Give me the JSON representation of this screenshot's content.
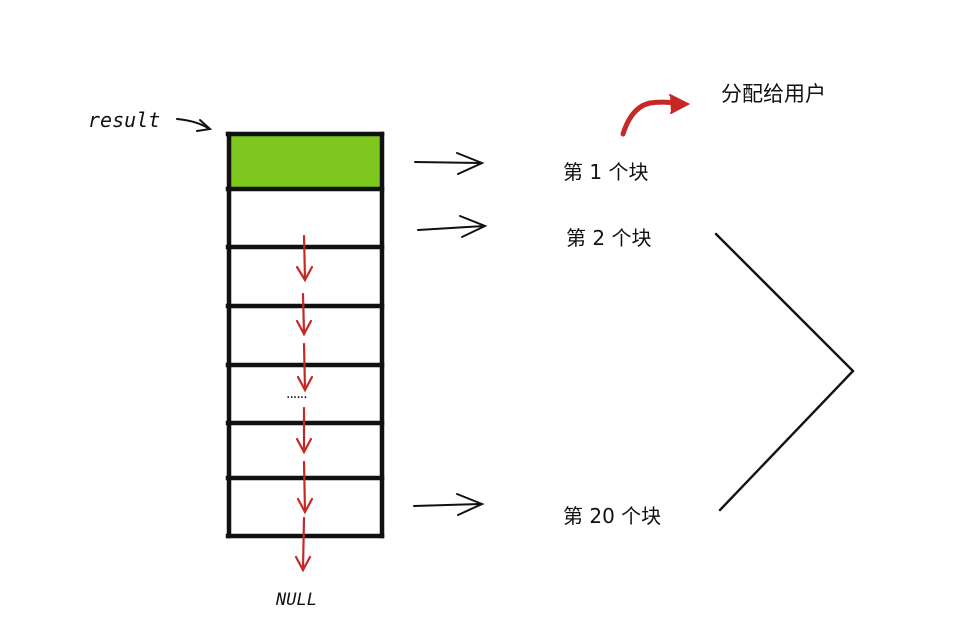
{
  "diagram": {
    "pointer_label": "result",
    "null_label": "NULL",
    "ellipsis": "......",
    "allocated_label": "分配给用户",
    "blocks": {
      "first": "第 1 个块",
      "second": "第 2 个块",
      "last": "第 20 个块"
    },
    "colors": {
      "allocated_fill": "#7ec71f",
      "link_arrow": "#c62828",
      "stroke": "#111111"
    }
  }
}
